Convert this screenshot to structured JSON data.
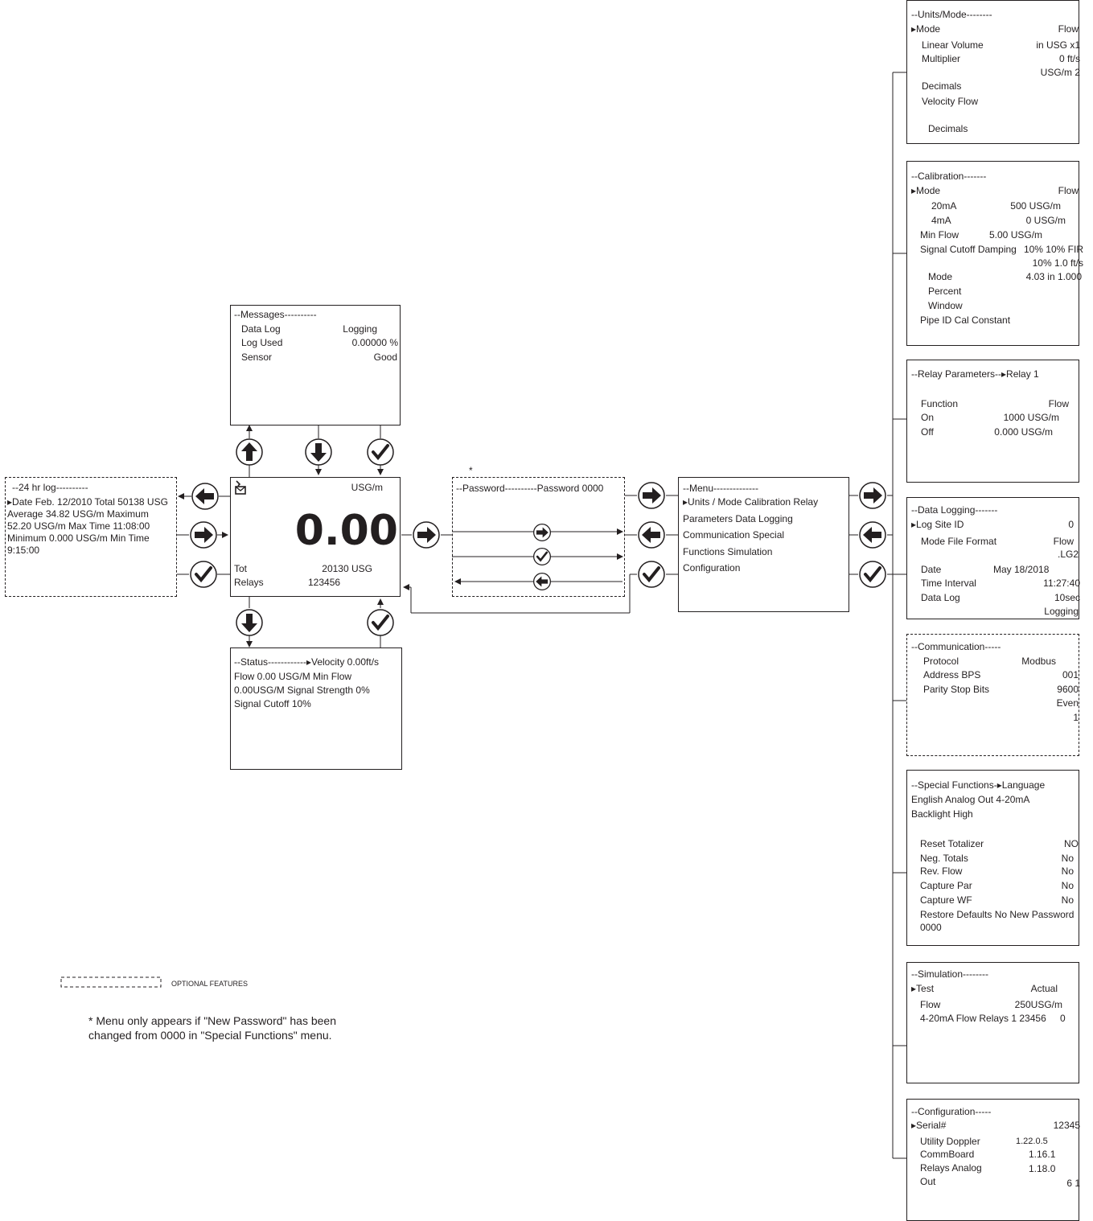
{
  "messages": {
    "title": "--Messages----------",
    "rows": [
      {
        "label": "Data Log",
        "value": "Logging"
      },
      {
        "label": "Log Used",
        "value": "0.00000 %"
      },
      {
        "label": "Sensor",
        "value": "Good"
      }
    ]
  },
  "main_display": {
    "unit": "USG/m",
    "value": "0.00",
    "tot_label": "Tot",
    "tot_value": "20130 USG",
    "relays_label": "Relays",
    "relays_value": "123456"
  },
  "log24": {
    "title": "--24 hr log----------",
    "lines": [
      "▸Date Feb. 12/2010 Total 50138 USG",
      "Average 34.82 USG/m Maximum",
      "52.20 USG/m Max Time 11:08:00",
      "Minimum 0.000 USG/m Min Time",
      "9:15:00"
    ]
  },
  "status": {
    "title": "--Status------------▸Velocity 0.00ft/s",
    "lines": [
      "Flow 0.00 USG/M Min Flow",
      "0.00USG/M Signal Strength 0%",
      "Signal Cutoff 10%"
    ]
  },
  "password": {
    "asterisk": "*",
    "title": "--Password----------Password 0000"
  },
  "menu": {
    "title": "--Menu--------------",
    "lines": [
      "▸Units / Mode Calibration Relay",
      "Parameters Data Logging",
      "Communication Special",
      "Functions Simulation",
      "Configuration"
    ]
  },
  "units_mode": {
    "title": "--Units/Mode--------",
    "mode_label": "▸Mode",
    "mode_value": "Flow",
    "lines": [
      "Linear Volume",
      "Multiplier",
      "Decimals",
      "Velocity Flow",
      "Decimals"
    ],
    "values": [
      "in USG x1",
      "0 ft/s",
      "USG/m 2"
    ]
  },
  "calibration": {
    "title": "--Calibration-------",
    "mode_label": "▸Mode",
    "mode_value": "Flow",
    "r20_label": "20mA",
    "r20_value": "500 USG/m",
    "r4_label": "4mA",
    "r4_value": "0 USG/m",
    "min_label": "Min Flow",
    "min_value": "5.00 USG/m",
    "sig_label": "Signal Cutoff Damping",
    "sig_value": "10% 10% FIR",
    "extra1": "10% 1.0 ft/s",
    "mode2_label": "Mode",
    "mode2_value": "4.03 in 1.000",
    "percent": "Percent",
    "window": "Window",
    "pipe": "Pipe ID Cal Constant"
  },
  "relay": {
    "title": "--Relay Parameters--▸Relay 1",
    "rows": [
      {
        "label": "Function",
        "value": "Flow"
      },
      {
        "label": "On",
        "value": "1000 USG/m"
      },
      {
        "label": "Off",
        "value": "0.000 USG/m"
      }
    ]
  },
  "data_logging": {
    "title": "--Data Logging-------",
    "site_label": "▸Log Site ID",
    "site_value": "0",
    "mff_label": "Mode File Format",
    "mff_value": "Flow",
    "ext": ".LG2",
    "date_label": "Date",
    "date_value": "May 18/2018",
    "ti_label": "Time Interval",
    "ti_value": "11:27:40",
    "dl_label": "Data Log",
    "dl_value": "10sec",
    "logging": "Logging"
  },
  "communication": {
    "title": "--Communication-----",
    "protocol_label": "Protocol",
    "protocol_value": "Modbus",
    "address_label": "Address BPS",
    "address_value": "001",
    "parity_label": "Parity Stop Bits",
    "parity_value": "9600",
    "even": "Even",
    "one": "1"
  },
  "special": {
    "title": "--Special Functions-▸Language",
    "line2": "English Analog Out 4-20mA",
    "line3": "Backlight High",
    "rows": [
      {
        "label": "Reset Totalizer",
        "value": "NO"
      },
      {
        "label": "Neg. Totals",
        "value": "No"
      },
      {
        "label": "Rev. Flow",
        "value": "No"
      },
      {
        "label": "Capture Par",
        "value": "No"
      },
      {
        "label": "Capture WF",
        "value": "No"
      }
    ],
    "restore": "Restore Defaults No New Password",
    "restore2": "0000"
  },
  "simulation": {
    "title": "--Simulation--------",
    "test_label": "▸Test",
    "test_value": "Actual",
    "flow_label": "Flow",
    "flow_value": "250USG/m",
    "relays_line": "4-20mA Flow Relays 1 23456",
    "relays_extra": "0"
  },
  "configuration": {
    "title": "--Configuration-----",
    "serial_label": "▸Serial#",
    "serial_value": "12345",
    "utility_label": "Utility Doppler",
    "utility_value": "1.22.0.5",
    "comm_label": "CommBoard",
    "comm_value": "1.16.1",
    "relays_label": "Relays Analog",
    "relays_value": "1.18.0",
    "out_label": "Out",
    "out_value": "6 1"
  },
  "legend": {
    "optional": "OPTIONAL FEATURES",
    "note1": "* Menu only appears if \"New Password\" has been",
    "note2": "changed from 0000 in \"Special Functions\" menu."
  },
  "icons": [
    "up-arrow-icon",
    "down-arrow-icon",
    "check-icon",
    "right-arrow-icon",
    "left-arrow-icon",
    "logger-icon"
  ]
}
